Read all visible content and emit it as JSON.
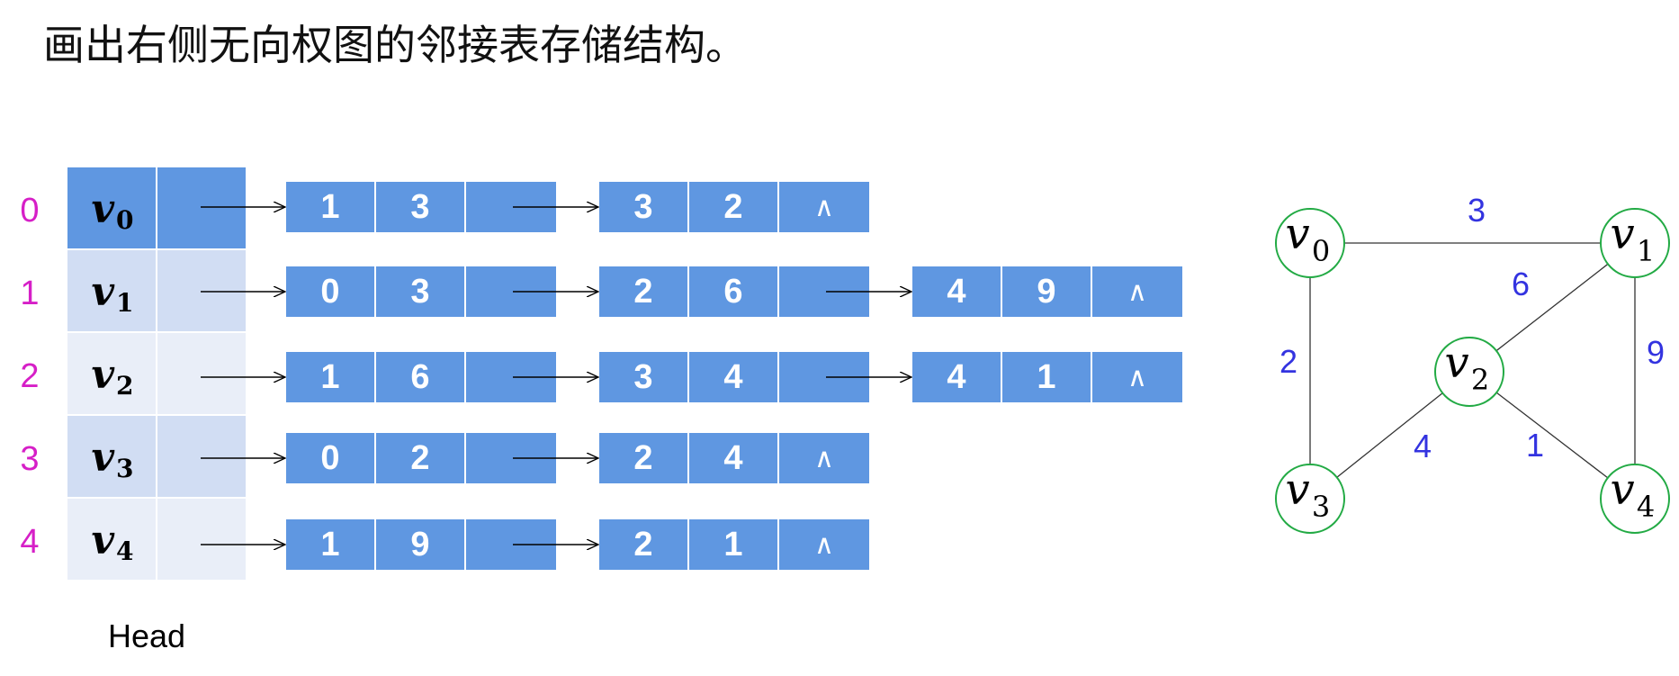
{
  "title": "画出右侧无向权图的邻接表存储结构。",
  "head_label": "Head",
  "null_symbol": "∧",
  "colors": {
    "node_fill": "#5f97e1",
    "head_dark": "#5f97e1",
    "head_mid": "#d1ddf3",
    "head_light": "#e9eef8",
    "index": "#d61fc7",
    "weight": "#3333e0",
    "vertex_circle": "#22aa44"
  },
  "rows": [
    {
      "index": "0",
      "vertex": "v",
      "sub": "0",
      "nodes": [
        {
          "adj": "1",
          "weight": "3"
        },
        {
          "adj": "3",
          "weight": "2"
        }
      ]
    },
    {
      "index": "1",
      "vertex": "v",
      "sub": "1",
      "nodes": [
        {
          "adj": "0",
          "weight": "3"
        },
        {
          "adj": "2",
          "weight": "6"
        },
        {
          "adj": "4",
          "weight": "9"
        }
      ]
    },
    {
      "index": "2",
      "vertex": "v",
      "sub": "2",
      "nodes": [
        {
          "adj": "1",
          "weight": "6"
        },
        {
          "adj": "3",
          "weight": "4"
        },
        {
          "adj": "4",
          "weight": "1"
        }
      ]
    },
    {
      "index": "3",
      "vertex": "v",
      "sub": "3",
      "nodes": [
        {
          "adj": "0",
          "weight": "2"
        },
        {
          "adj": "2",
          "weight": "4"
        }
      ]
    },
    {
      "index": "4",
      "vertex": "v",
      "sub": "4",
      "nodes": [
        {
          "adj": "1",
          "weight": "9"
        },
        {
          "adj": "2",
          "weight": "1"
        }
      ]
    }
  ],
  "graph": {
    "vertices": [
      {
        "id": "v0",
        "name": "v",
        "sub": "0"
      },
      {
        "id": "v1",
        "name": "v",
        "sub": "1"
      },
      {
        "id": "v2",
        "name": "v",
        "sub": "2"
      },
      {
        "id": "v3",
        "name": "v",
        "sub": "3"
      },
      {
        "id": "v4",
        "name": "v",
        "sub": "4"
      }
    ],
    "edges": [
      {
        "from": "v0",
        "to": "v1",
        "weight": "3"
      },
      {
        "from": "v0",
        "to": "v3",
        "weight": "2"
      },
      {
        "from": "v1",
        "to": "v2",
        "weight": "6"
      },
      {
        "from": "v1",
        "to": "v4",
        "weight": "9"
      },
      {
        "from": "v2",
        "to": "v3",
        "weight": "4"
      },
      {
        "from": "v2",
        "to": "v4",
        "weight": "1"
      }
    ]
  }
}
